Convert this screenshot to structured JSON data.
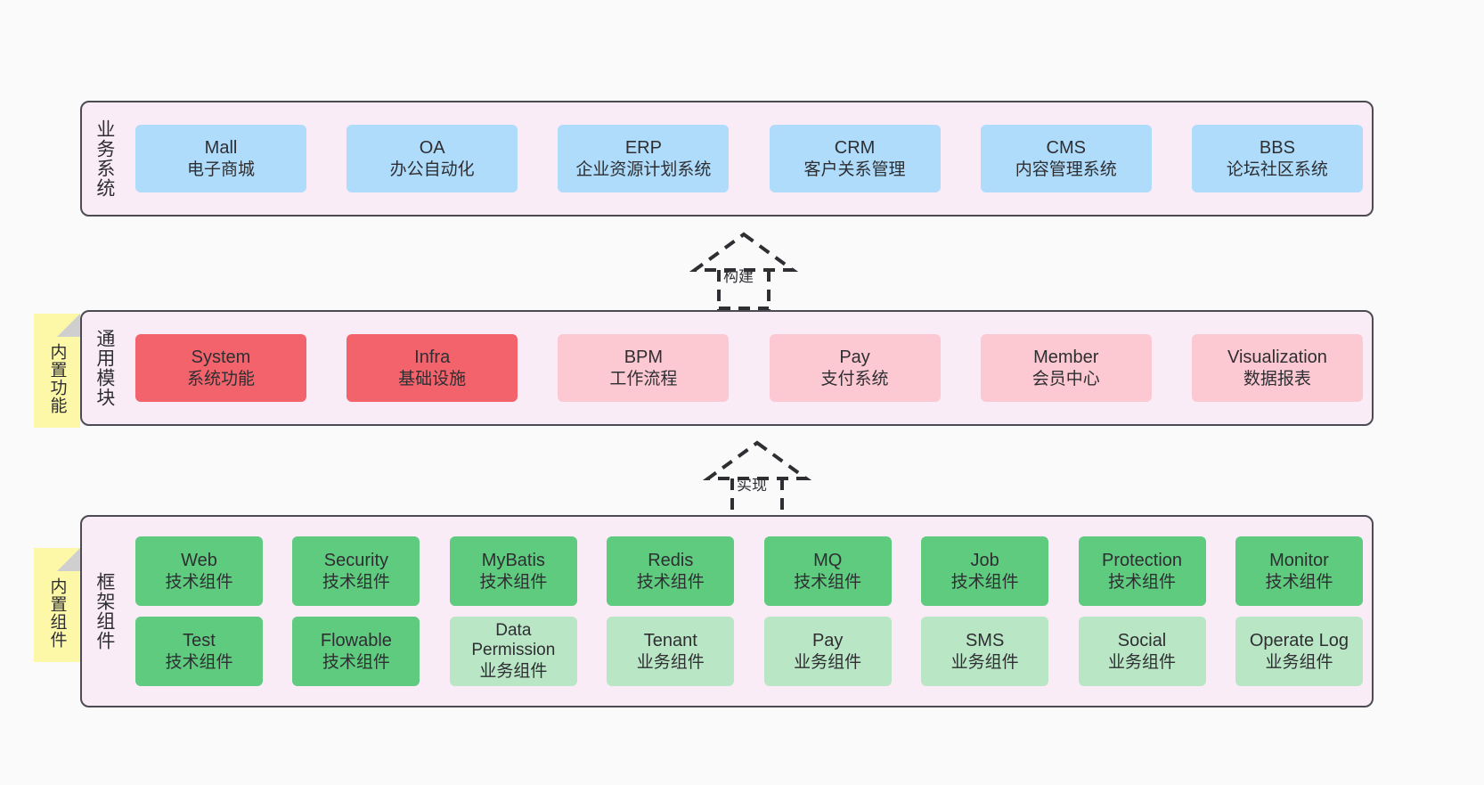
{
  "diagram": {
    "background_color": "#fafafa",
    "panel_color": "#f9ecf6",
    "panel_border_color": "#4b4b52"
  },
  "layers": [
    {
      "id": "business-systems",
      "title": "业务系统",
      "nodes": [
        {
          "title": "Mall",
          "sub": "电子商城",
          "color": "#aedcfa"
        },
        {
          "title": "OA",
          "sub": "办公自动化",
          "color": "#aedcfa"
        },
        {
          "title": "ERP",
          "sub": "企业资源计划系统",
          "color": "#aedcfa"
        },
        {
          "title": "CRM",
          "sub": "客户关系管理",
          "color": "#aedcfa"
        },
        {
          "title": "CMS",
          "sub": "内容管理系统",
          "color": "#aedcfa"
        },
        {
          "title": "BBS",
          "sub": "论坛社区系统",
          "color": "#aedcfa"
        }
      ]
    },
    {
      "id": "common-modules",
      "title": "通用模块",
      "nodes": [
        {
          "title": "System",
          "sub": "系统功能",
          "color": "#f2636b"
        },
        {
          "title": "Infra",
          "sub": "基础设施",
          "color": "#f2636b"
        },
        {
          "title": "BPM",
          "sub": "工作流程",
          "color": "#fcc9d2"
        },
        {
          "title": "Pay",
          "sub": "支付系统",
          "color": "#fcc9d2"
        },
        {
          "title": "Member",
          "sub": "会员中心",
          "color": "#fcc9d2"
        },
        {
          "title": "Visualization",
          "sub": "数据报表",
          "color": "#fcc9d2"
        }
      ]
    },
    {
      "id": "framework-components",
      "title": "框架组件",
      "rows": [
        [
          {
            "title": "Web",
            "sub": "技术组件",
            "color": "#5ecb7e"
          },
          {
            "title": "Security",
            "sub": "技术组件",
            "color": "#5ecb7e"
          },
          {
            "title": "MyBatis",
            "sub": "技术组件",
            "color": "#5ecb7e"
          },
          {
            "title": "Redis",
            "sub": "技术组件",
            "color": "#5ecb7e"
          },
          {
            "title": "MQ",
            "sub": "技术组件",
            "color": "#5ecb7e"
          },
          {
            "title": "Job",
            "sub": "技术组件",
            "color": "#5ecb7e"
          },
          {
            "title": "Protection",
            "sub": "技术组件",
            "color": "#5ecb7e"
          },
          {
            "title": "Monitor",
            "sub": "技术组件",
            "color": "#5ecb7e"
          }
        ],
        [
          {
            "title": "Test",
            "sub": "技术组件",
            "color": "#5ecb7e"
          },
          {
            "title": "Flowable",
            "sub": "技术组件",
            "color": "#5ecb7e"
          },
          {
            "title": "Data Permission",
            "sub": "业务组件",
            "color": "#b9e6c4",
            "wrap": true
          },
          {
            "title": "Tenant",
            "sub": "业务组件",
            "color": "#b9e6c4"
          },
          {
            "title": "Pay",
            "sub": "业务组件",
            "color": "#b9e6c4"
          },
          {
            "title": "SMS",
            "sub": "业务组件",
            "color": "#b9e6c4"
          },
          {
            "title": "Social",
            "sub": "业务组件",
            "color": "#b9e6c4"
          },
          {
            "title": "Operate Log",
            "sub": "业务组件",
            "color": "#b9e6c4"
          }
        ]
      ]
    }
  ],
  "sticky_notes": [
    {
      "id": "builtin-functions",
      "text": "内置功能",
      "color": "#fcf8a8"
    },
    {
      "id": "builtin-components",
      "text": "内置组件",
      "color": "#fcf8a8"
    }
  ],
  "connectors": [
    {
      "id": "build",
      "label": "构建",
      "style": "dashed-generalization"
    },
    {
      "id": "implement",
      "label": "实现",
      "style": "dashed-generalization"
    }
  ]
}
